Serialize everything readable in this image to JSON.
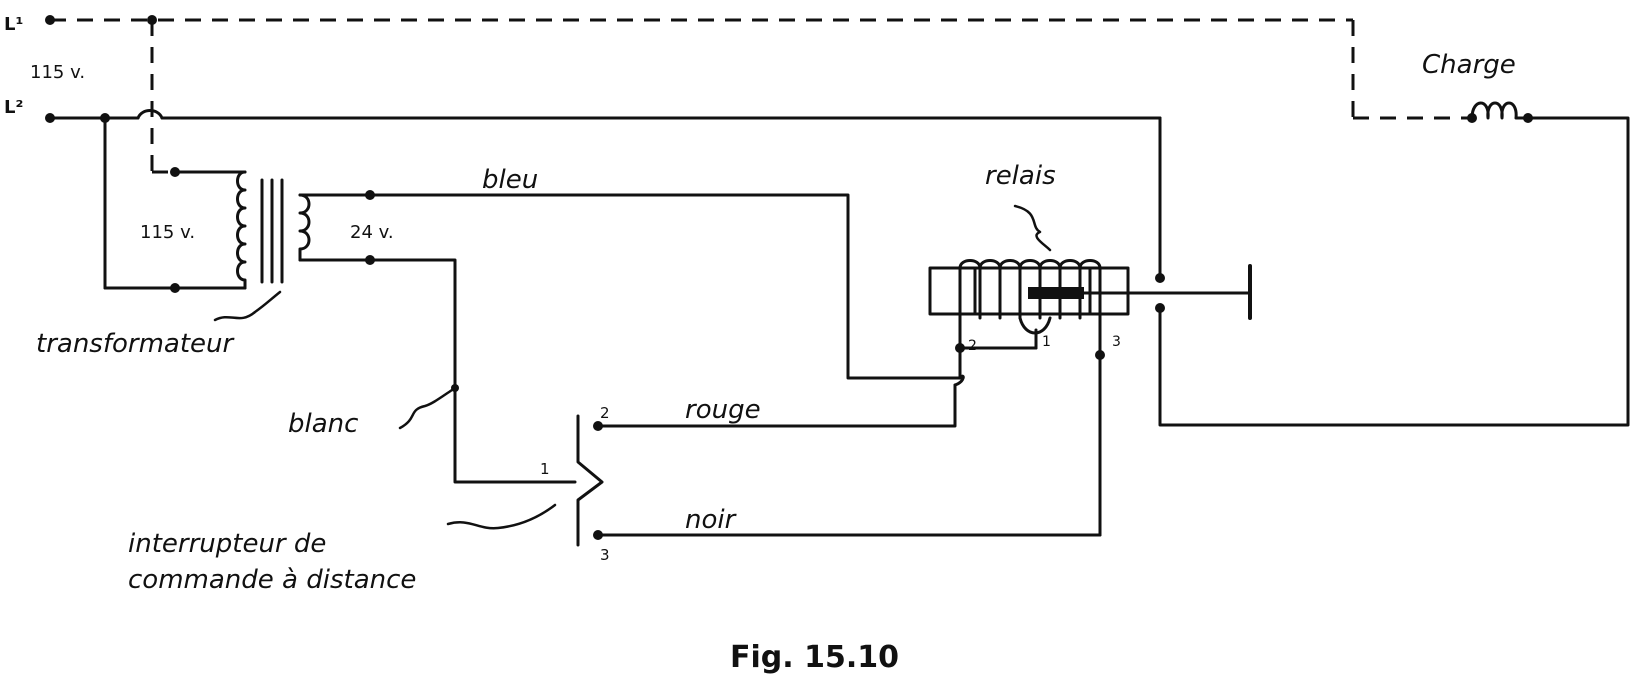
{
  "lines": {
    "l1": "L¹",
    "l2": "L²",
    "line_voltage": "115 v."
  },
  "transformer": {
    "primary": "115 v.",
    "secondary": "24 v.",
    "label": "transformateur"
  },
  "wires": {
    "bleu": "bleu",
    "blanc": "blanc",
    "rouge": "rouge",
    "noir": "noir"
  },
  "relay": {
    "label": "relais",
    "t1": "1",
    "t2": "2",
    "t3": "3"
  },
  "load": {
    "label": "Charge"
  },
  "switch": {
    "line1": "interrupteur de",
    "line2": "commande à distance",
    "t1": "1",
    "t2": "2",
    "t3": "3"
  },
  "caption": "Fig. 15.10"
}
